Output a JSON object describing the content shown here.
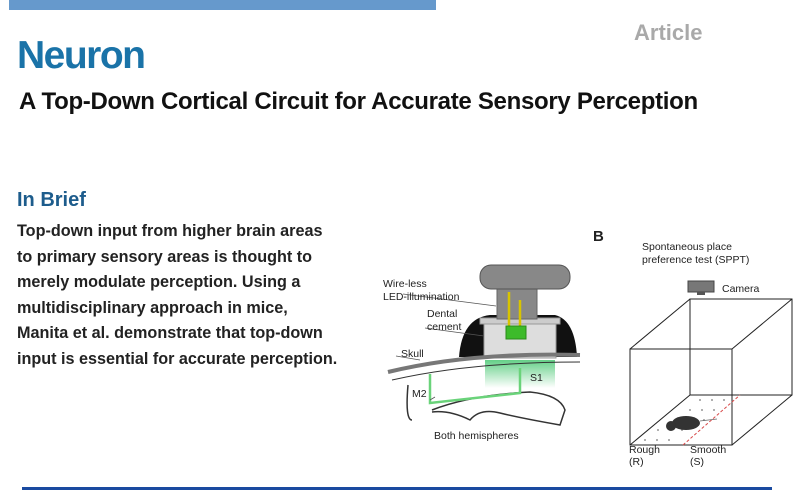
{
  "header": {
    "journal": "Neuron",
    "article_type": "Article",
    "bar_color": "#6699cc",
    "journal_color": "#1a73a8"
  },
  "title": "A Top-Down Cortical Circuit for Accurate Sensory Perception",
  "in_brief": {
    "heading": "In Brief",
    "lines": [
      "Top-down input from higher brain areas",
      "to primary sensory areas is thought to",
      "merely modulate perception. Using a",
      "multidisciplinary approach in mice,",
      "Manita et al. demonstrate that top-down",
      "input is essential for accurate perception."
    ]
  },
  "figure": {
    "panel_a": {
      "labels": {
        "wireless": "Wire-less",
        "led": "LED-illumination",
        "dental": "Dental",
        "cement": "cement",
        "skull": "Skull",
        "s1": "S1",
        "m2": "M2",
        "hemispheres": "Both hemispheres"
      }
    },
    "panel_b": {
      "letter": "B",
      "title_line1": "Spontaneous place",
      "title_line2": "preference test (SPPT)",
      "camera": "Camera",
      "rough": "Rough",
      "rough_abbr": "(R)",
      "smooth": "Smooth",
      "smooth_abbr": "(S)"
    }
  }
}
